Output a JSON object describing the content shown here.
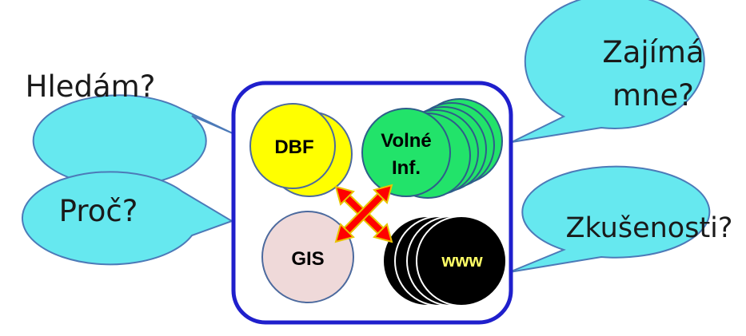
{
  "colors": {
    "bubble_fill": "#66e8ef",
    "bubble_stroke": "#4c7ab8",
    "frame_stroke": "#1f1fcc",
    "dbf_fill": "#ffff00",
    "volne_fill": "#22e36a",
    "gis_fill": "#efd9d9",
    "www_fill": "#000000",
    "www_text": "#ffff66",
    "arrow_fill": "#ff0000",
    "arrow_stroke": "#e8c400"
  },
  "bubbles": {
    "hledam": "Hledám?",
    "zajima_line1": "Zajímá",
    "zajima_line2": "mne?",
    "proc": "Proč?",
    "zkusenosti": "Zkušenosti?"
  },
  "circles": {
    "dbf": "DBF",
    "volne_line1": "Volné",
    "volne_line2": "Inf.",
    "gis": "GIS",
    "www": "www"
  },
  "arrow": {
    "icon": "double-arrow-cross-icon"
  }
}
